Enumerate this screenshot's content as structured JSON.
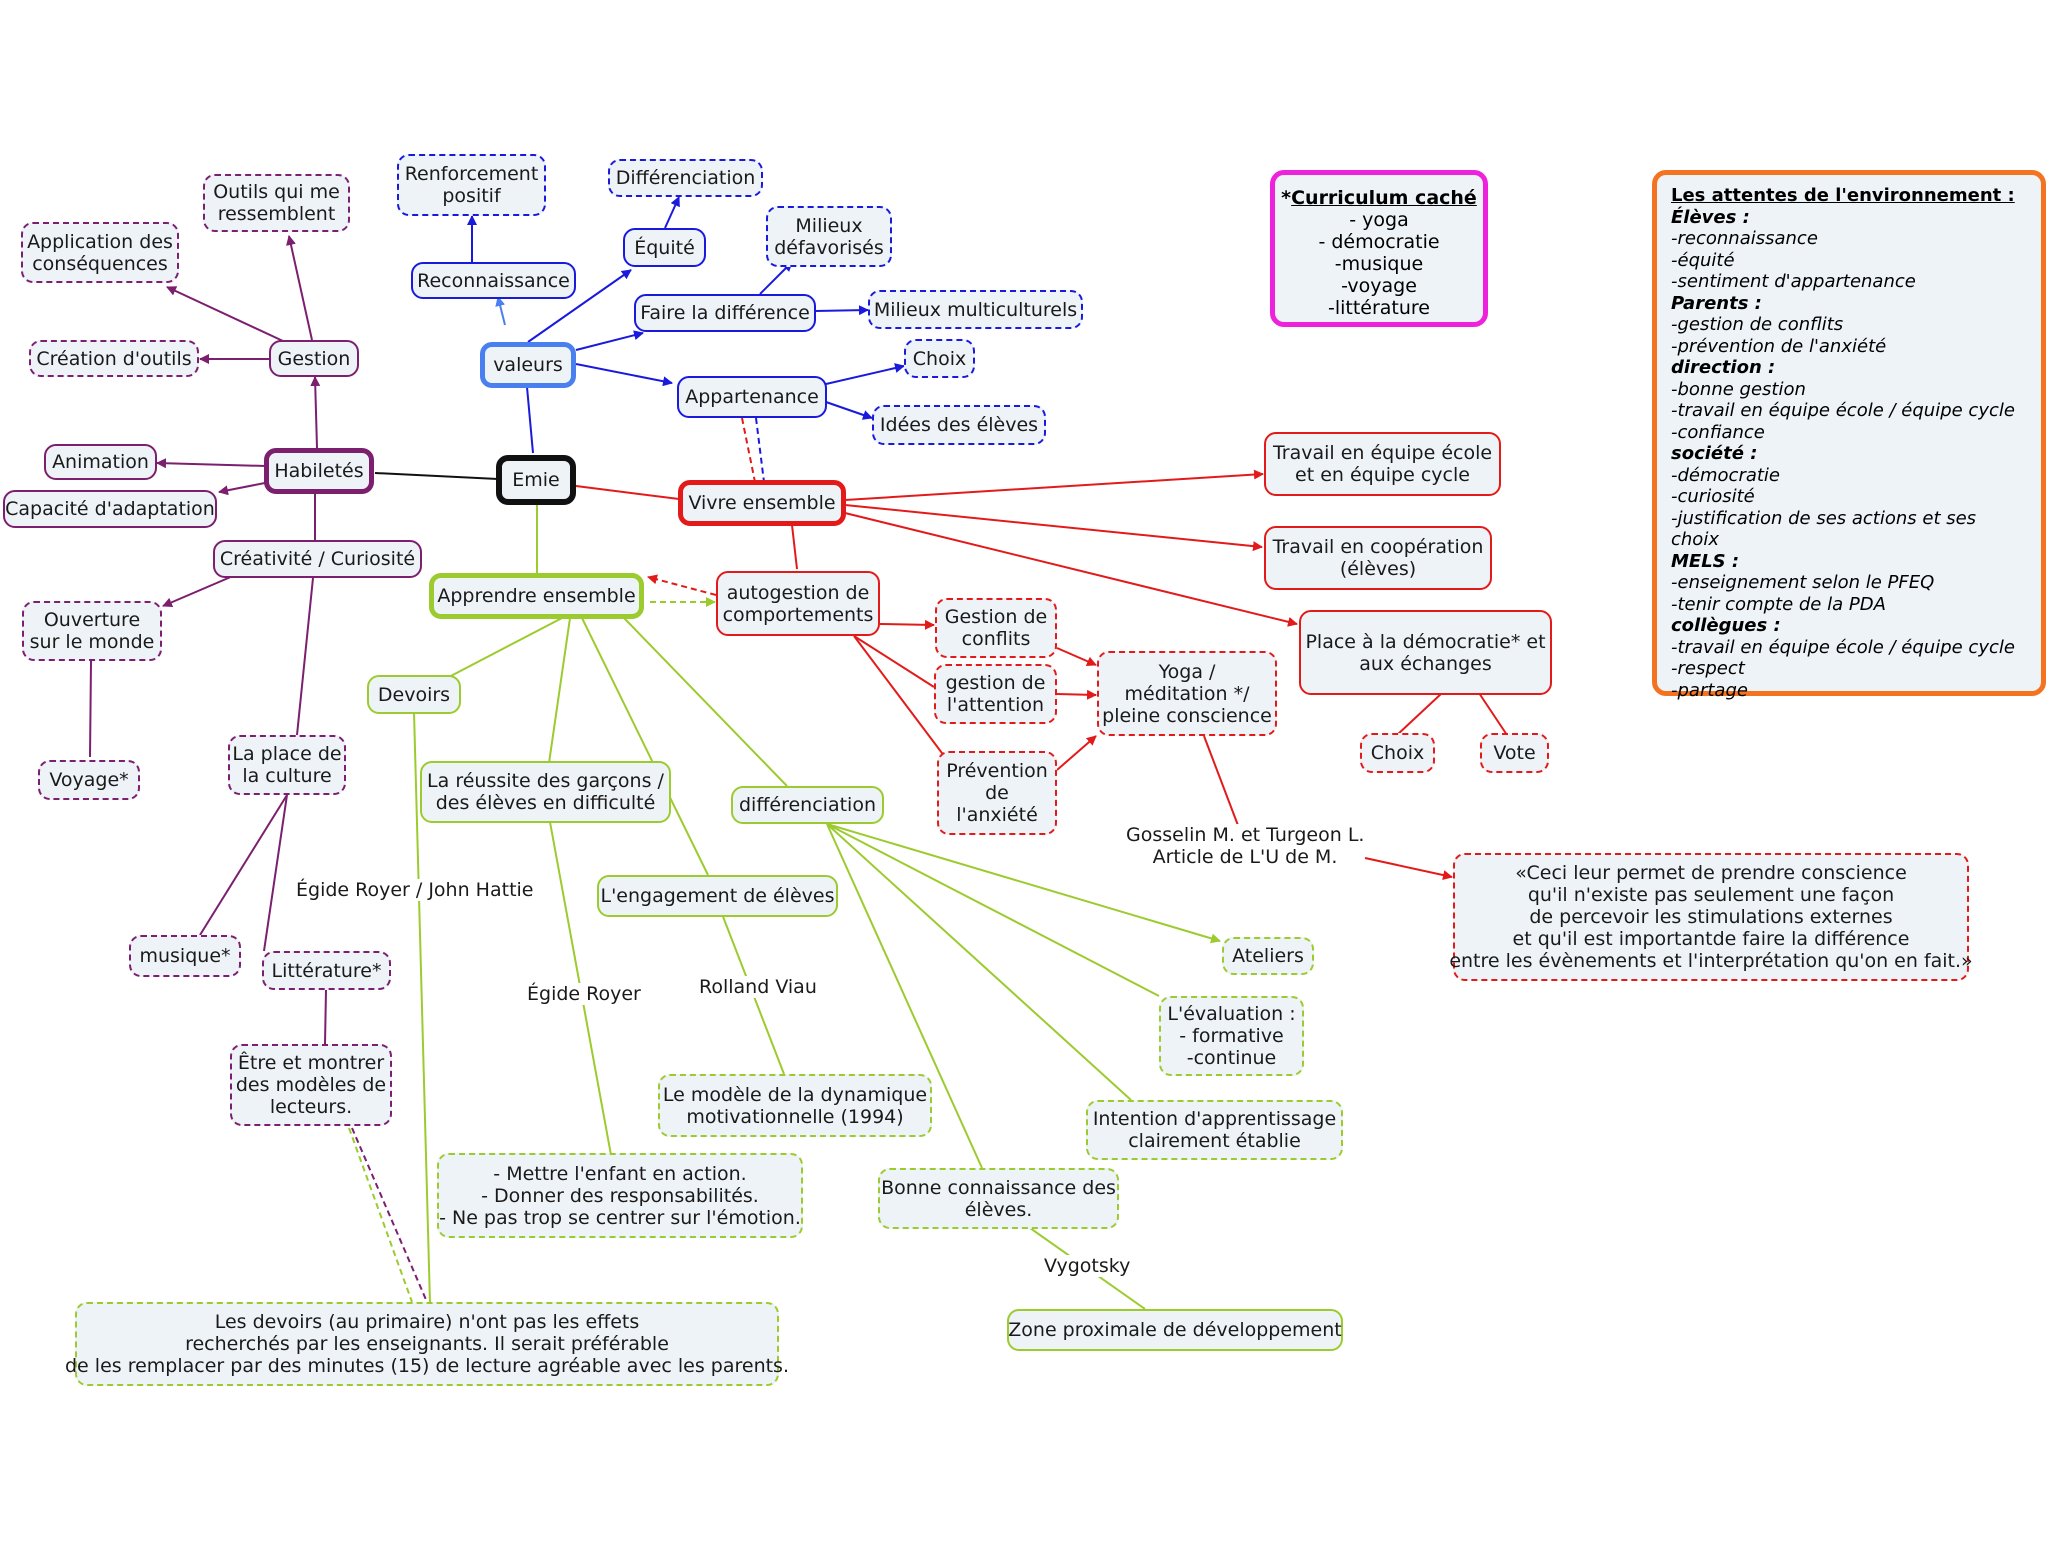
{
  "central": "Emie",
  "nodes": {
    "habiletes": "Habiletés",
    "gestion": "Gestion",
    "outils": [
      "Outils qui me",
      "ressemblent"
    ],
    "application": [
      "Application des",
      "conséquences"
    ],
    "creation_outils": "Création d'outils",
    "animation": "Animation",
    "adaptation": "Capacité d'adaptation",
    "creativite": "Créativité / Curiosité",
    "ouverture": [
      "Ouverture",
      "sur le monde"
    ],
    "voyage": "Voyage*",
    "place_culture": [
      "La place de",
      "la culture"
    ],
    "musique": "musique*",
    "litterature": "Littérature*",
    "modeles_lecteurs": [
      "Être et montrer",
      "des modèles de",
      "lecteurs."
    ],
    "valeurs": "valeurs",
    "reconnaissance": "Reconnaissance",
    "renforcement": [
      "Renforcement",
      "positif"
    ],
    "equite": "Équité",
    "differenciation_top": "Différenciation",
    "faire_difference": "Faire la différence",
    "milieux_defav": [
      "Milieux",
      "défavorisés"
    ],
    "milieux_multi": "Milieux multiculturels",
    "appartenance": "Appartenance",
    "choix_top": "Choix",
    "idees_eleves": "Idées des élèves",
    "vivre_ensemble": "Vivre ensemble",
    "travail_equipe": [
      "Travail en équipe école",
      "et en équipe cycle"
    ],
    "travail_coop": [
      "Travail en coopération",
      "(élèves)"
    ],
    "democratie": [
      "Place à la démocratie* et",
      "aux échanges"
    ],
    "choix_bottom": "Choix",
    "vote": "Vote",
    "autogestion": [
      "autogestion de",
      "comportements"
    ],
    "gestion_conflits": [
      "Gestion de",
      "conflits"
    ],
    "gestion_attention": [
      "gestion de",
      "l'attention"
    ],
    "prevention": [
      "Prévention",
      "de",
      "l'anxiété"
    ],
    "yoga": [
      "Yoga /",
      "méditation */",
      "pleine conscience"
    ],
    "apprendre": "Apprendre ensemble",
    "devoirs": "Devoirs",
    "reussite": [
      "La réussite des garçons /",
      "des élèves en difficulté"
    ],
    "engagement": "L'engagement de élèves",
    "differenciation": "différenciation",
    "ateliers": "Ateliers",
    "evaluation": [
      "L'évaluation :",
      "- formative",
      "-continue"
    ],
    "intention": [
      "Intention d'apprentissage",
      "clairement établie"
    ],
    "connaissance": [
      "Bonne connaissance des",
      "élèves."
    ],
    "zone": "Zone proximale de développement",
    "modele_dynamique": [
      "Le modèle de la dynamique",
      "motivationnelle (1994)"
    ],
    "mettre_action": [
      "- Mettre l'enfant en action.",
      "- Donner des responsabilités.",
      "- Ne pas trop se centrer sur l'émotion."
    ],
    "devoirs_note": [
      "Les devoirs (au primaire) n'ont pas les effets",
      "recherchés par les enseignants. Il serait préférable",
      "de les remplacer par des minutes (15) de lecture agréable avec les parents."
    ],
    "citation": [
      "«Ceci leur permet de prendre conscience",
      "qu'il n'existe pas seulement une façon",
      "de percevoir les stimulations externes",
      "et qu'il est importantde faire la différence",
      "entre les évènements et l'interprétation qu'on en fait.»"
    ]
  },
  "labels": {
    "royer_hattie": "Égide Royer / John Hattie",
    "egide_royer": "Égide Royer",
    "rolland_viau": "Rolland Viau",
    "vygotsky": "Vygotsky",
    "gosselin": [
      "Gosselin M. et Turgeon L.",
      "Article de L'U de M."
    ]
  },
  "curriculum": {
    "title_star": "*",
    "title": "Curriculum caché",
    "items": [
      "- yoga",
      "- démocratie",
      "-musique",
      "-voyage",
      "-littérature"
    ]
  },
  "attentes": {
    "title": "Les attentes de l'environnement :",
    "sections": [
      {
        "name": "Élèves :",
        "items": [
          "-reconnaissance",
          "-équité",
          "-sentiment d'appartenance"
        ]
      },
      {
        "name": "Parents :",
        "items": [
          "-gestion de conflits",
          "-prévention de l'anxiété"
        ]
      },
      {
        "name": "direction :",
        "items": [
          "-bonne gestion",
          "-travail en équipe école / équipe cycle",
          "-confiance"
        ]
      },
      {
        "name": "société :",
        "items": [
          "-démocratie",
          "-curiosité",
          "-justification de ses actions et ses choix"
        ]
      },
      {
        "name": "MELS :",
        "items": [
          "-enseignement selon le PFEQ",
          "-tenir compte de la PDA"
        ]
      },
      {
        "name": "collègues :",
        "items": [
          "-travail en équipe école / équipe cycle",
          "-respect",
          "-partage"
        ]
      }
    ]
  },
  "colors": {
    "purple": "#7b1f6e",
    "blue": "#1a1adc",
    "light_blue": "#4a7ff0",
    "red": "#e31a1a",
    "green": "#9ccb2f",
    "pink": "#ee22dd",
    "orange": "#f47321",
    "node_fill": "#eef3f7"
  }
}
